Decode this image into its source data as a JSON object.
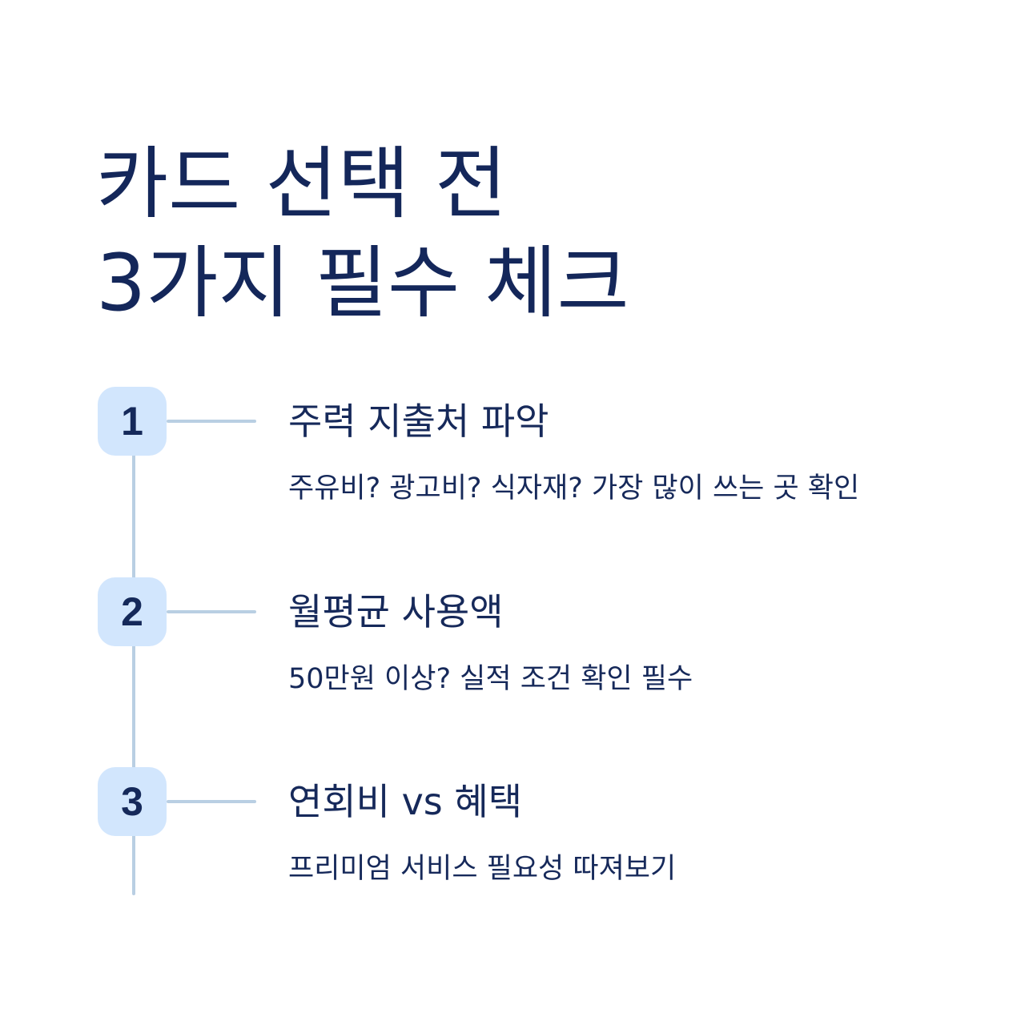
{
  "title": {
    "line1": "카드 선택 전",
    "line2": "3가지 필수 체크"
  },
  "steps": [
    {
      "number": "1",
      "title": "주력 지출처 파악",
      "description": "주유비? 광고비? 식자재? 가장 많이 쓰는 곳 확인"
    },
    {
      "number": "2",
      "title": "월평균 사용액",
      "description": "50만원 이상? 실적 조건 확인 필수"
    },
    {
      "number": "3",
      "title": "연회비 vs 혜택",
      "description": "프리미엄 서비스 필요성 따져보기"
    }
  ],
  "colors": {
    "text": "#16295a",
    "badge_bg": "#d2e6fd",
    "line": "#b9cfe3",
    "background": "#ffffff"
  }
}
